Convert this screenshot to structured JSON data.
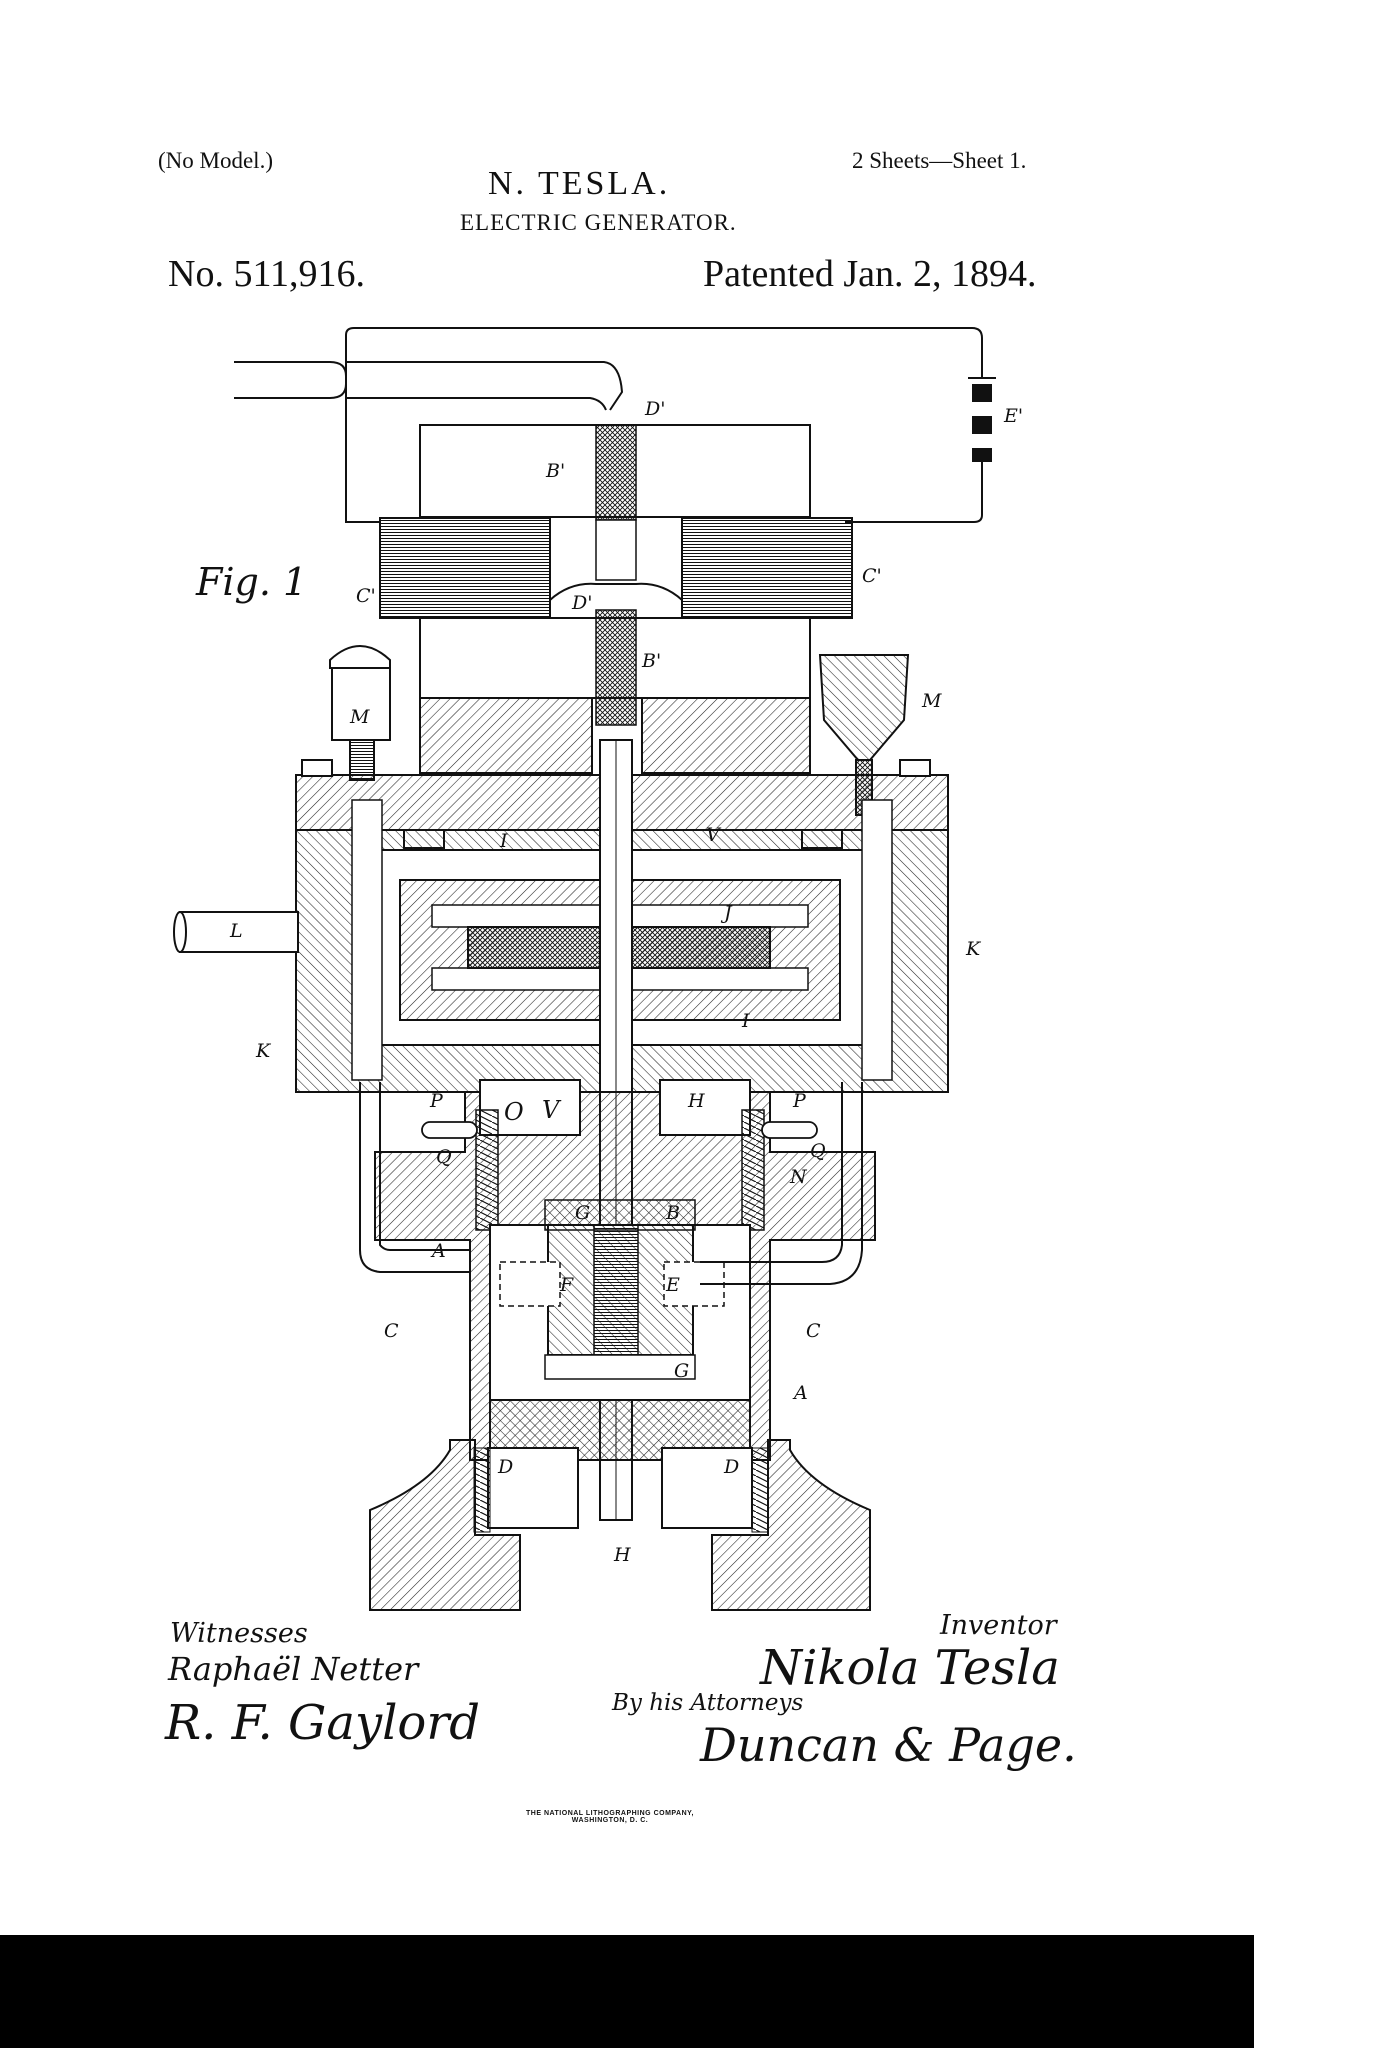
{
  "header": {
    "model_note": "(No Model.)",
    "sheets": "2 Sheets—Sheet 1.",
    "inventor_name": "N. TESLA.",
    "invention": "ELECTRIC GENERATOR.",
    "patent_number": "No. 511,916.",
    "patent_date": "Patented Jan. 2, 1894."
  },
  "figure": {
    "label": "Fig. 1",
    "parts": {
      "D1_top": "D'",
      "E1": "E'",
      "B1_upper": "B'",
      "C1_left": "C'",
      "C1_right": "C'",
      "D1_mid": "D'",
      "B1_lower": "B'",
      "M_left": "M",
      "M_right": "M",
      "V_top": "V",
      "I_top": "I",
      "J": "J",
      "L": "L",
      "K_right": "K",
      "K_left": "K",
      "I_bottom": "I",
      "P_left": "P",
      "P_right": "P",
      "O": "O",
      "V_mid": "V",
      "H_mid": "H",
      "Q_left": "Q",
      "Q_right": "Q",
      "N": "N",
      "G_top": "G",
      "B": "B",
      "A_left": "A",
      "F": "F",
      "E": "E",
      "C_left": "C",
      "C_right": "C",
      "G_bottom": "G",
      "A_right": "A",
      "D_left": "D",
      "D_right": "D",
      "H_bottom": "H"
    }
  },
  "signatures": {
    "witnesses_heading": "Witnesses",
    "witness_1": "Raphaël Netter",
    "witness_2": "R. F. Gaylord",
    "inventor_heading": "Inventor",
    "inventor_signature": "Nikola Tesla",
    "attorneys_heading": "By his Attorneys",
    "attorneys_signature": "Duncan & Page."
  },
  "imprint": {
    "line1": "THE NATIONAL LITHOGRAPHING COMPANY,",
    "line2": "WASHINGTON, D. C."
  },
  "colors": {
    "ink": "#111111",
    "paper": "#ffffff",
    "footer_bar": "#000000"
  }
}
